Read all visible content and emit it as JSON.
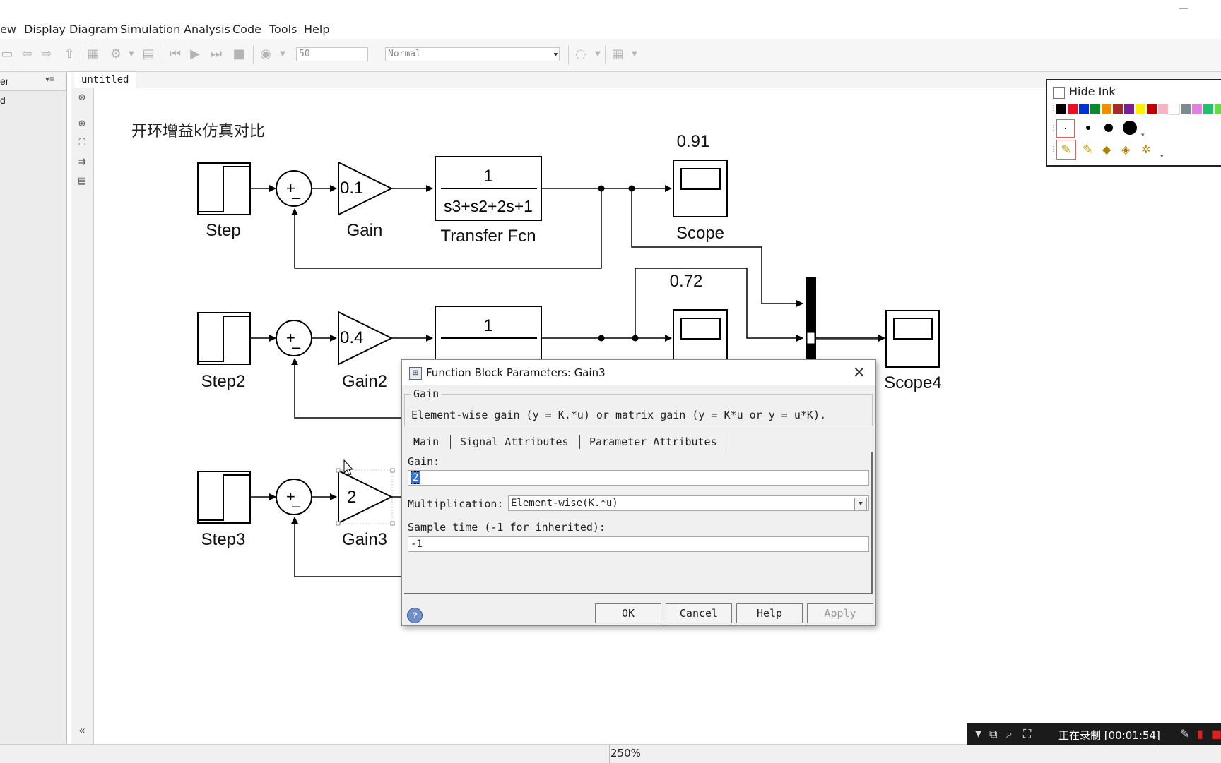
{
  "window": {
    "minimize_label": "—",
    "close_label": ""
  },
  "menu": {
    "items": [
      "ew",
      "Display",
      "Diagram",
      "Simulation",
      "Analysis",
      "Code",
      "Tools",
      "Help"
    ]
  },
  "toolbar": {
    "stop_time": "50",
    "sim_mode": "Normal"
  },
  "left_panel": {
    "header": "er",
    "item": "d"
  },
  "tab": {
    "label": "untitled"
  },
  "diagram": {
    "title": "开环增益k仿真对比",
    "row1": {
      "step": "Step",
      "gain_value": "0.1",
      "gain": "Gain",
      "tf_num": "1",
      "tf_den": "s3+s2+2s+1",
      "tf_label": "Transfer Fcn",
      "scope_value": "0.91",
      "scope": "Scope"
    },
    "row2": {
      "step": "Step2",
      "gain_value": "0.4",
      "gain": "Gain2",
      "tf_num": "1",
      "scope_value": "0.72",
      "scope4": "Scope4"
    },
    "row3": {
      "step": "Step3",
      "gain_value": "2",
      "gain": "Gain3"
    },
    "sum_plus": "+",
    "sum_minus": "–"
  },
  "ink": {
    "hide_label": "Hide Ink",
    "colors": [
      "#000000",
      "#e81123",
      "#0033cc",
      "#0a8a30",
      "#f09000",
      "#a52a2a",
      "#7a1f9a",
      "#ffef00",
      "#c00000",
      "#f7b3c2",
      "#ffffff",
      "#808890",
      "#e080e0",
      "#20c070",
      "#60e040"
    ]
  },
  "recording": {
    "text": "正在录制 [00:01:54]"
  },
  "status": {
    "zoom": "250%"
  },
  "dialog": {
    "title": "Function Block Parameters: Gain3",
    "group": "Gain",
    "description": "Element-wise gain (y = K.*u) or matrix gain (y = K*u or y = u*K).",
    "tabs": [
      "Main",
      "Signal Attributes",
      "Parameter Attributes"
    ],
    "gain_label": "Gain:",
    "gain_value": "2",
    "mult_label": "Multiplication:",
    "mult_value": "Element-wise(K.*u)",
    "sample_label": "Sample time (-1 for inherited):",
    "sample_value": "-1",
    "buttons": {
      "ok": "OK",
      "cancel": "Cancel",
      "help": "Help",
      "apply": "Apply"
    }
  }
}
